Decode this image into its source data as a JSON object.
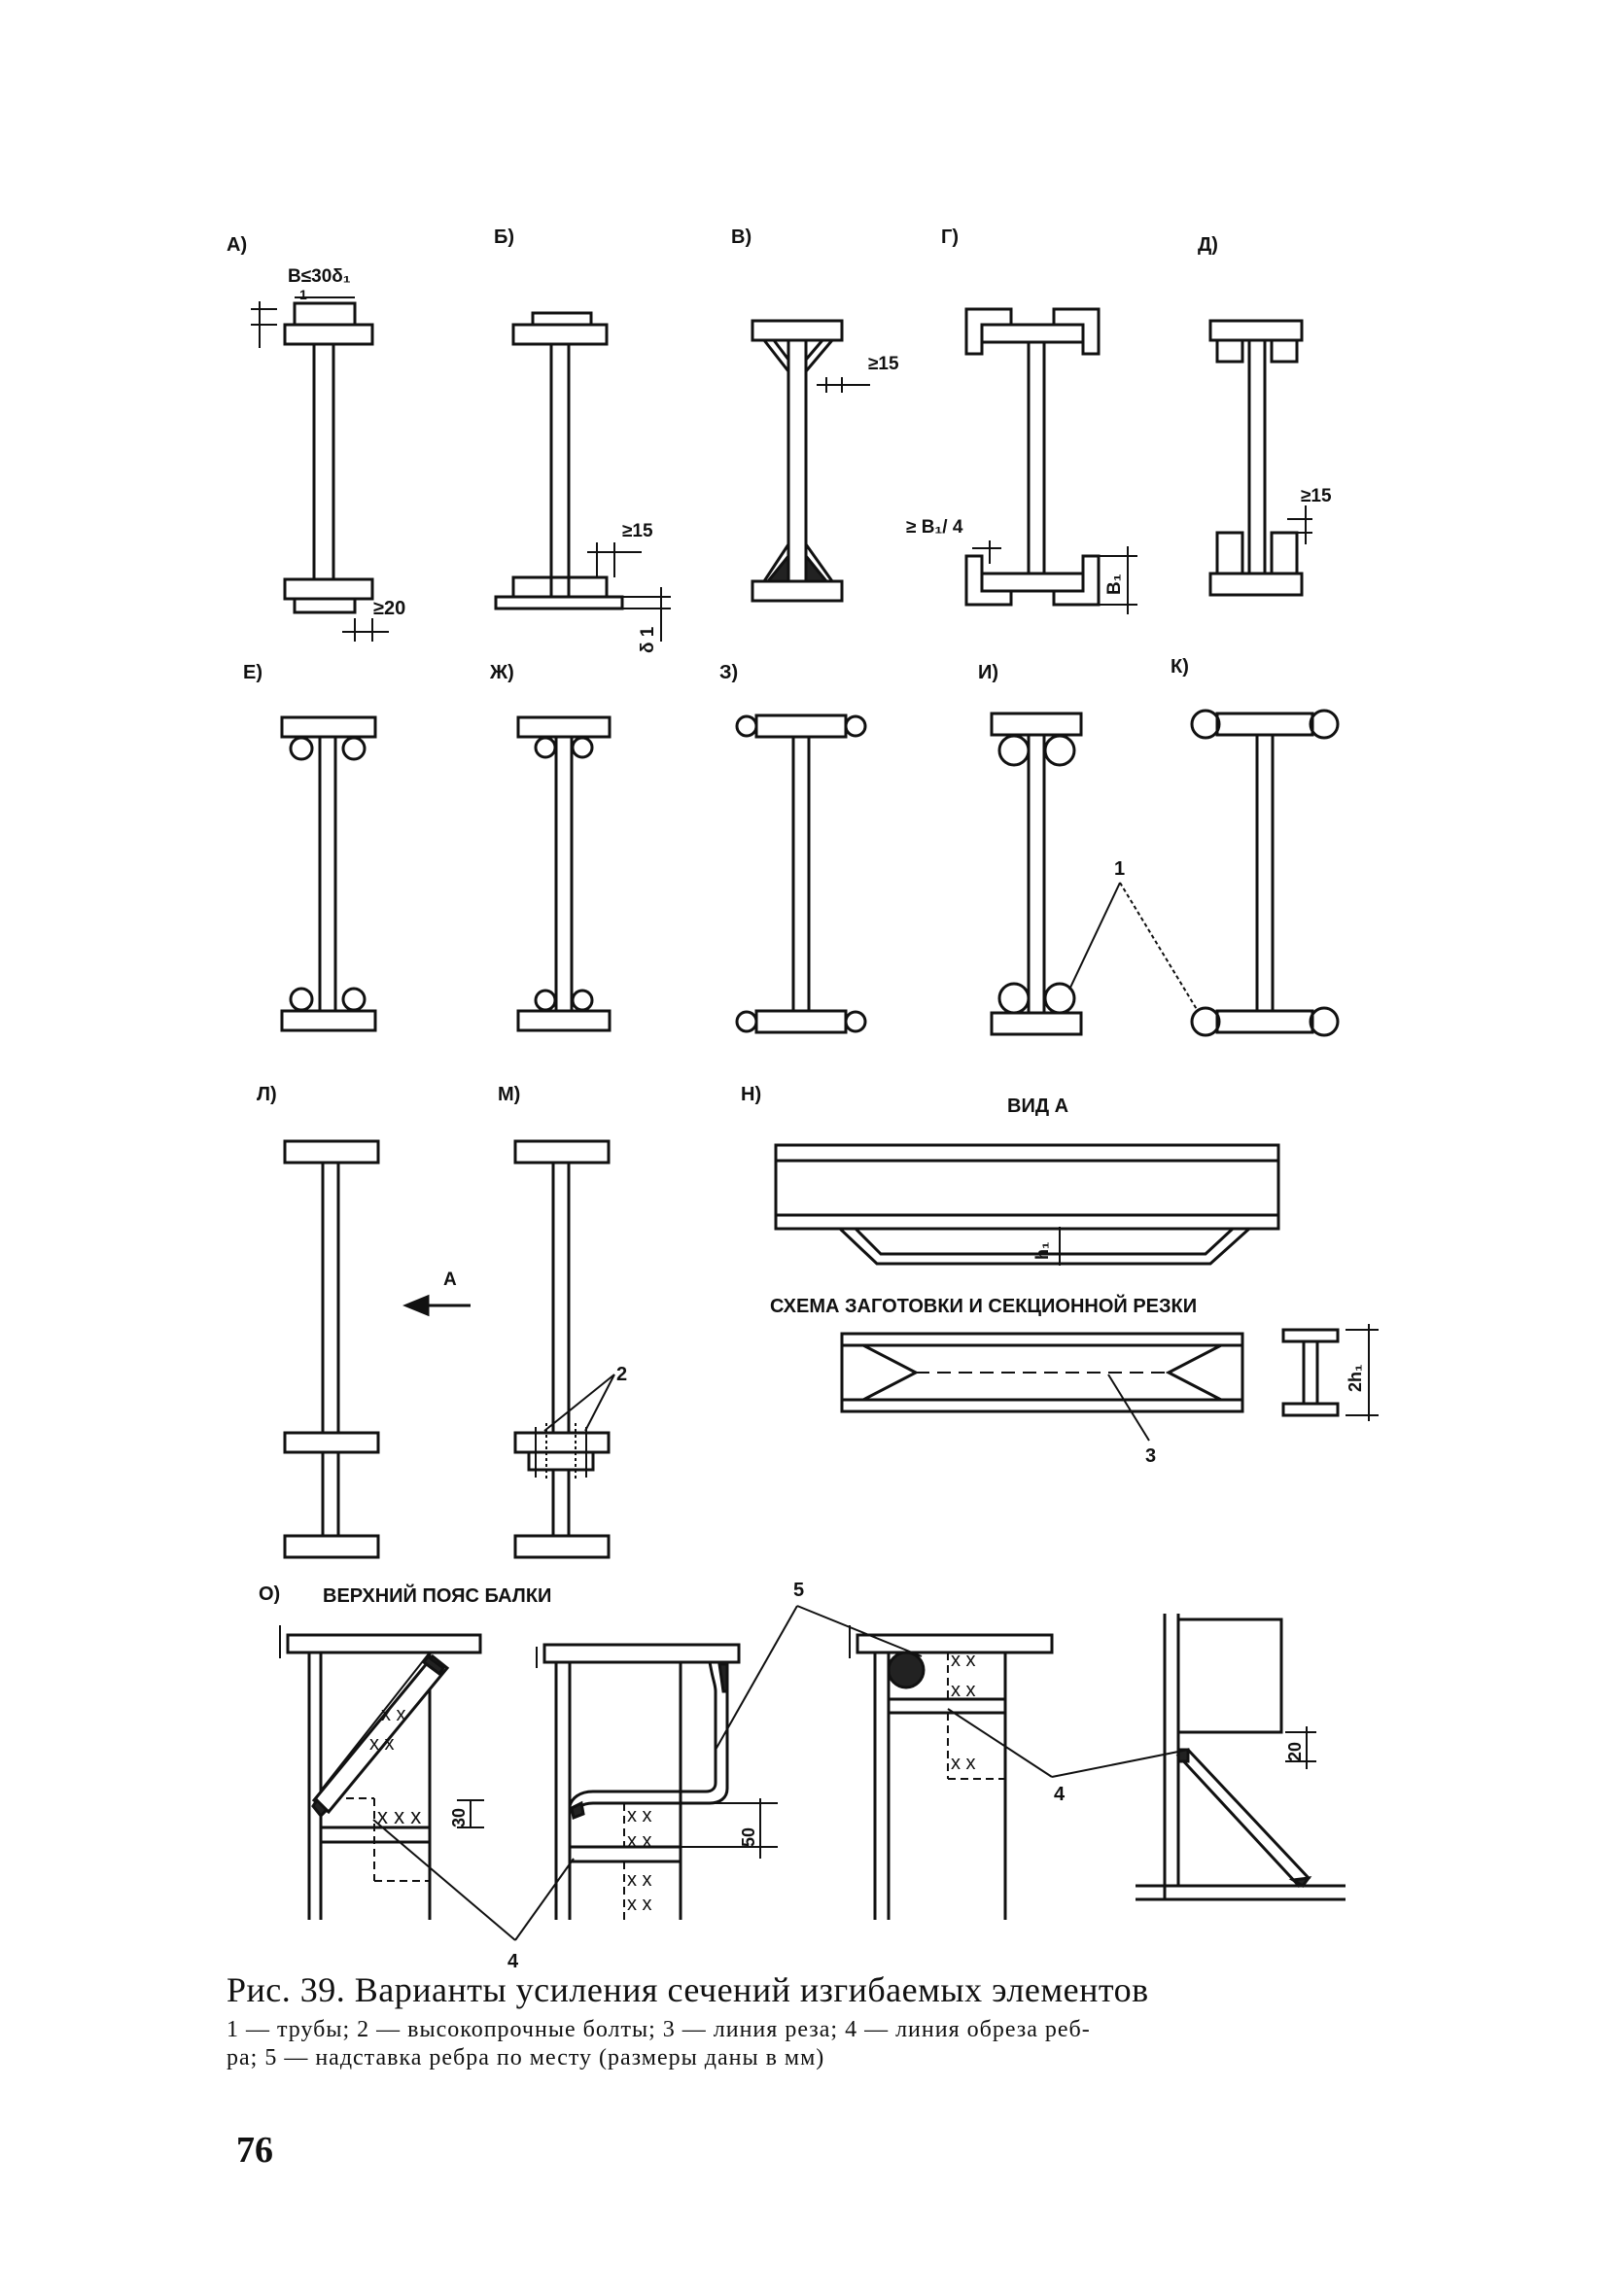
{
  "figure": {
    "panels": {
      "a": "А)",
      "b": "Б)",
      "v": "В)",
      "g": "Г)",
      "d": "Д)",
      "e": "Е)",
      "zh": "Ж)",
      "z": "З)",
      "i": "И)",
      "k": "К)",
      "l": "Л)",
      "m": "М)",
      "n": "Н)",
      "o": "О)"
    },
    "dims": {
      "a_width": "B≤30δ₁",
      "a_one": "1",
      "a_ge20": "≥20",
      "b_ge15": "≥15",
      "b_delta1": "δ 1",
      "v_ge15": "≥15",
      "g_geb14": "≥ B₁/ 4",
      "g_b1": "B₁",
      "d_ge15": "≥15",
      "n_h1": "h₁",
      "n_2h1": "2h₁",
      "o_30": "30",
      "o_50": "50",
      "o_20": "20"
    },
    "callouts": {
      "c1": "1",
      "c2": "2",
      "c3": "3",
      "c4a": "4",
      "c4b": "4",
      "c5": "5"
    },
    "texts": {
      "arrow_a": "А",
      "view_a": "ВИД А",
      "scheme": "СХЕМА ЗАГОТОВКИ И СЕКЦИОННОЙ РЕЗКИ",
      "top_chord": "ВЕРХНИЙ ПОЯС БАЛКИ"
    }
  },
  "caption": {
    "title": "Рис. 39. Варианты усиления сечений изгибаемых элементов",
    "legend_line1": "1 — трубы; 2 — высокопрочные болты; 3 — линия реза; 4 — линия обреза реб-",
    "legend_line2": "ра; 5 — надставка ребра по месту (размеры даны в мм)"
  },
  "page_number": "76"
}
